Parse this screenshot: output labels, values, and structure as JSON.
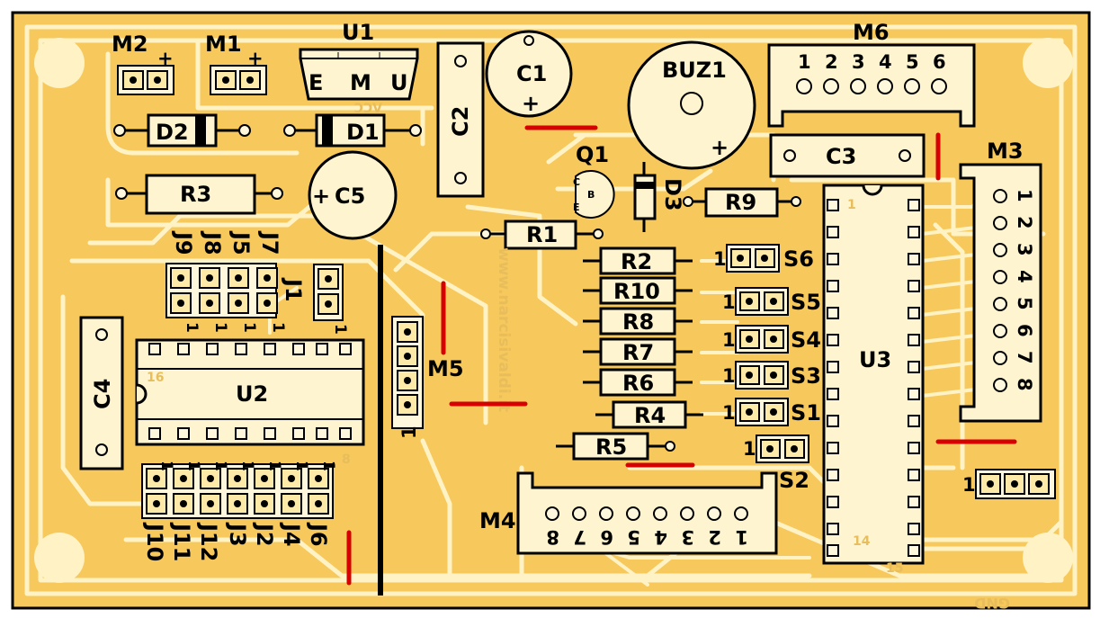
{
  "colors": {
    "copper": "#f7c85b",
    "trace": "#fff2c4",
    "silkscreen": "#000000",
    "jumper": "#d60000",
    "pad_hole": "#c0b080"
  },
  "components": {
    "m2": "M2",
    "m1": "M1",
    "u1": "U1",
    "u1_pins": [
      "E",
      "M",
      "U"
    ],
    "u1_mirror": "VCC",
    "c1": "C1",
    "c2": "C2",
    "c3": "C3",
    "c4": "C4",
    "c5": "C5",
    "buz1": "BUZ1",
    "m6": "M6",
    "m6_pins": [
      "1",
      "2",
      "3",
      "4",
      "5",
      "6"
    ],
    "d1": "D1",
    "d2": "D2",
    "d3": "D3",
    "r1": "R1",
    "r2": "R2",
    "r3": "R3",
    "r4": "R4",
    "r5": "R5",
    "r6": "R6",
    "r7": "R7",
    "r8": "R8",
    "r9": "R9",
    "r10": "R10",
    "q1": "Q1",
    "q1_pins": [
      "C",
      "B",
      "E"
    ],
    "m3": "M3",
    "m3_pins": [
      "1",
      "2",
      "3",
      "4",
      "5",
      "6",
      "7",
      "8"
    ],
    "u2": "U2",
    "u3": "U3",
    "m4": "M4",
    "m4_pins": [
      "8",
      "7",
      "6",
      "5",
      "4",
      "3",
      "2",
      "1"
    ],
    "m5": "M5",
    "jumpers_top": [
      "J9",
      "J8",
      "J5",
      "J7"
    ],
    "j1": "J1",
    "jumpers_bottom": [
      "J10",
      "J11",
      "J12",
      "J3",
      "J2",
      "J4",
      "J6"
    ],
    "switches": [
      "S6",
      "S5",
      "S4",
      "S3",
      "S1",
      "S2"
    ],
    "pin_one": "1",
    "plus": "+",
    "u2_pin16": "16",
    "u2_pin8": "8",
    "u3_pin14": "14",
    "u3_pin15": "15",
    "website": "www.narcisivaldi.it",
    "gnd": "GND"
  }
}
